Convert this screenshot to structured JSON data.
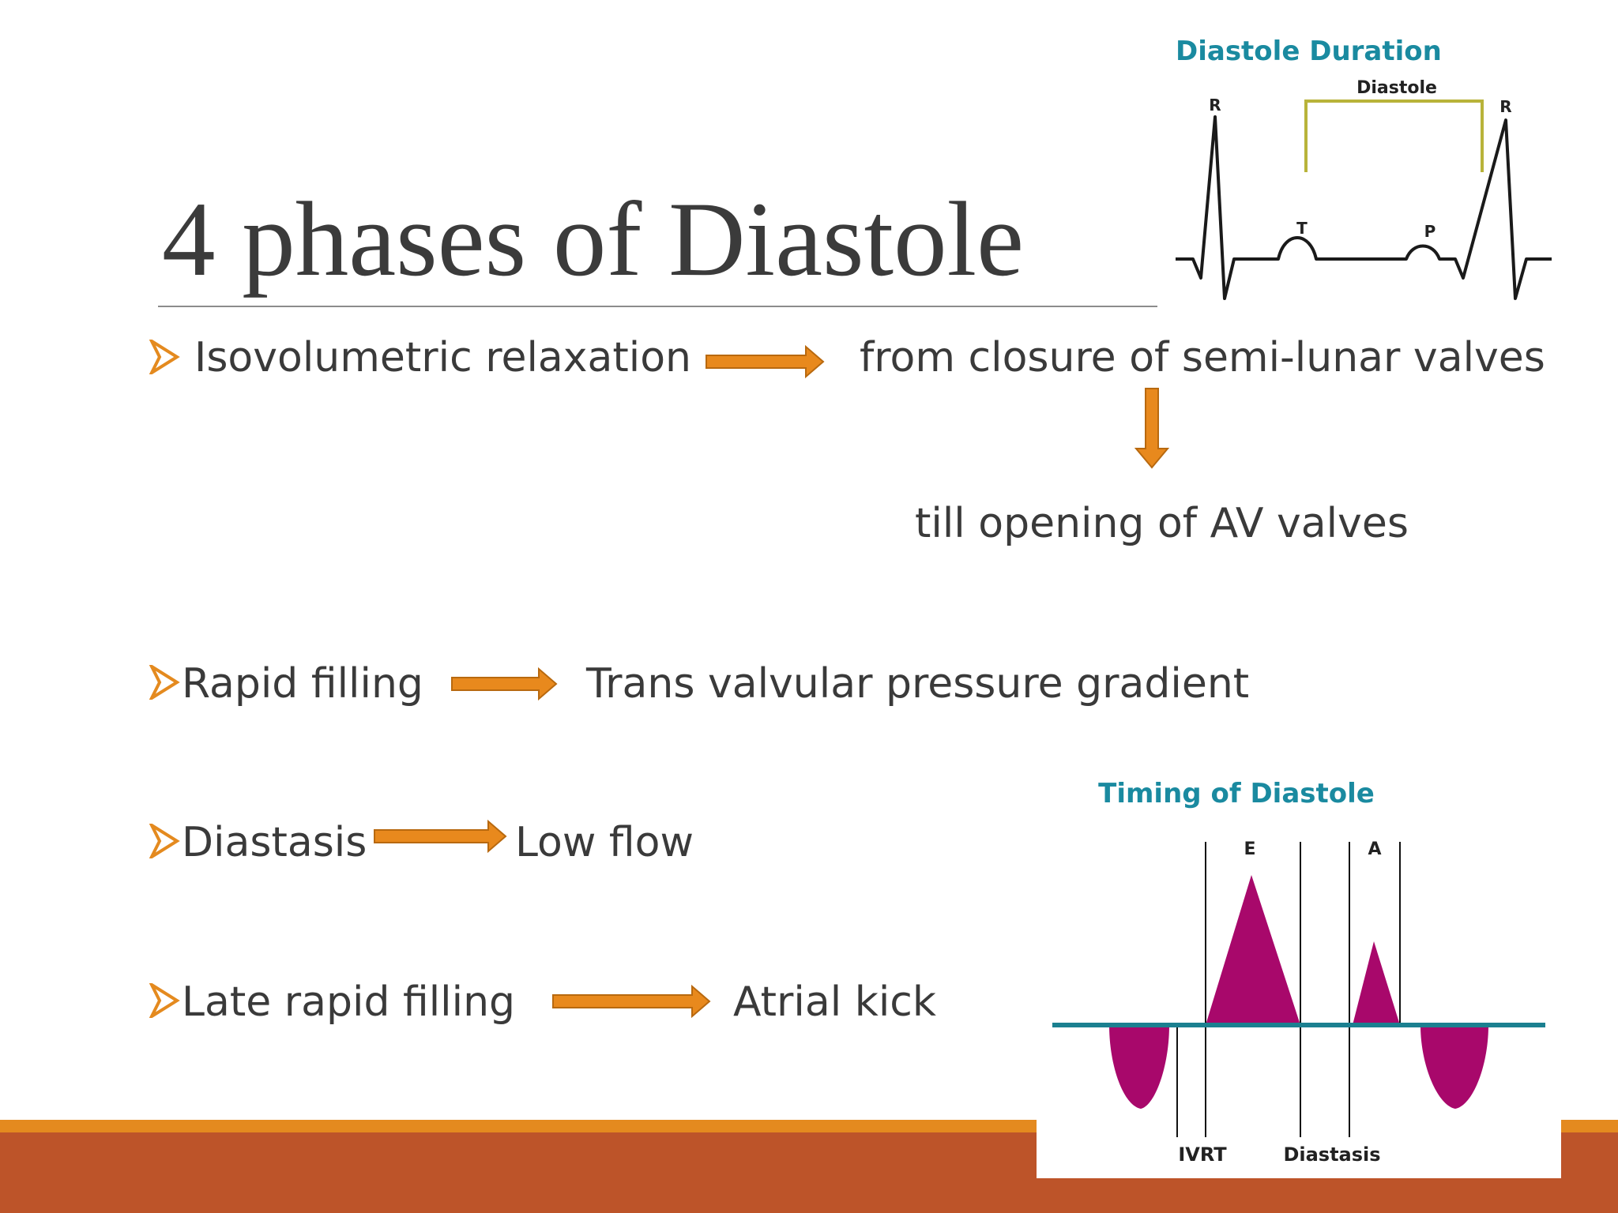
{
  "slide": {
    "title": "4 phases of Diastole",
    "rows": [
      {
        "phase": "Isovolumetric relaxation",
        "desc": "from closure of semi-lunar valves",
        "continuation": "till opening of AV valves"
      },
      {
        "phase": "Rapid filling",
        "desc": "Trans valvular pressure gradient"
      },
      {
        "phase": "Diastasis",
        "desc": "Low flow"
      },
      {
        "phase": "Late rapid filling",
        "desc": "Atrial kick"
      }
    ]
  },
  "ecg_figure": {
    "title": "Diastole Duration",
    "bracket_label": "Diastole",
    "r_left": "R",
    "r_right": "R",
    "t_wave": "T",
    "p_wave": "P"
  },
  "timing_figure": {
    "title": "Timing of Diastole",
    "e_label": "E",
    "a_label": "A",
    "ivrt_label": "IVRT",
    "diastasis_label": "Diastasis"
  },
  "colors": {
    "accent_orange": "#e48a1f",
    "footer_rust": "#bd5429",
    "arrow_fill": "#e8891d",
    "figure_teal": "#1a8aa0",
    "bracket_olive": "#b8b33a",
    "wave_magenta": "#a8086b"
  }
}
